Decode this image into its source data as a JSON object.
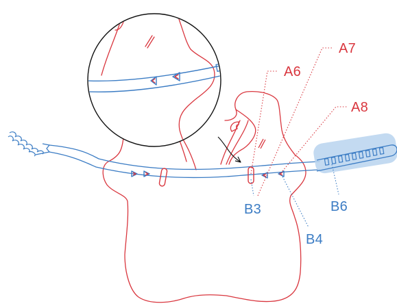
{
  "callouts": {
    "a6": "A6",
    "a7": "A7",
    "a8": "A8",
    "b3": "B3",
    "b4": "B4",
    "b6": "B6"
  },
  "colors": {
    "red": "#d9363e",
    "blue": "#3b7cc4",
    "highlight": "#b9d3ee",
    "black": "#111111"
  }
}
